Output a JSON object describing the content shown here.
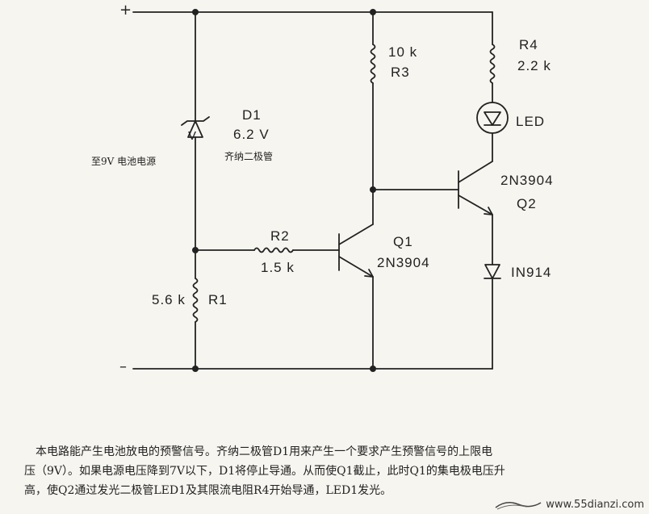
{
  "rails": {
    "positive": "+",
    "negative": "–"
  },
  "d1": {
    "name": "D1",
    "value": "6.2 V",
    "type": "齐纳二极管",
    "symbol_letter": "V"
  },
  "battery_label": "至9V 电池电源",
  "r1": {
    "value": "5.6 k",
    "name": "R1"
  },
  "r2": {
    "name": "R2",
    "value": "1.5 k"
  },
  "r3": {
    "value": "10 k",
    "name": "R3"
  },
  "r4": {
    "name": "R4",
    "value": "2.2 k"
  },
  "led": {
    "name": "LED"
  },
  "q1": {
    "name": "Q1",
    "part": "2N3904"
  },
  "q2": {
    "part": "2N3904",
    "name": "Q2"
  },
  "diode": {
    "name": "IN914"
  },
  "caption": {
    "line1": "本电路能产生电池放电的预警信号。齐纳二极管D1用来产生一个要求产生预警信号的上限电",
    "line2": "压（9V）。如果电源电压降到7V以下，D1将停止导通。从而使Q1截止，此时Q1的集电极电压升",
    "line3": "高，使Q2通过发光二极管LED1及其限流电阻R4开始导通，LED1发光。"
  },
  "watermark": "www.55dianzi.com"
}
